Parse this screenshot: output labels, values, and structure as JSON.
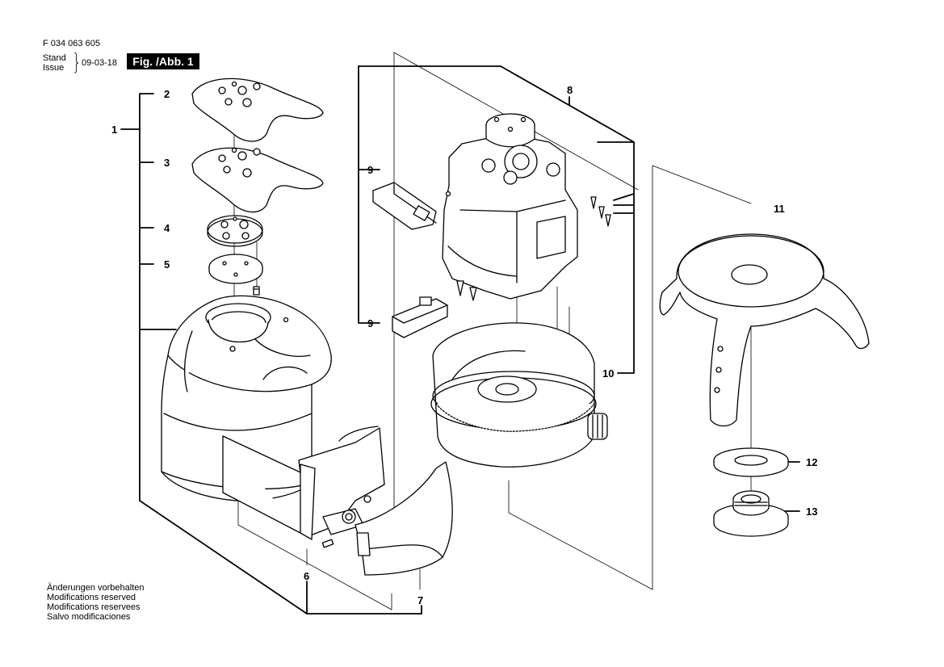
{
  "header": {
    "doc_number": "F 034 063 605",
    "stand_label": "Stand",
    "issue_label": "Issue",
    "date": "09-03-18",
    "figure_label": "Fig. /Abb. 1"
  },
  "notes": [
    "Änderungen vorbehalten",
    "Modifications reserved",
    "Modifications reservees",
    "Salvo modificaciones"
  ],
  "parts": {
    "p1": "1",
    "p2": "2",
    "p3": "3",
    "p4": "4",
    "p5": "5",
    "p6": "6",
    "p7": "7",
    "p8": "8",
    "p9a": "9",
    "p9b": "9",
    "p10": "10",
    "p11": "11",
    "p12": "12",
    "p13": "13"
  }
}
